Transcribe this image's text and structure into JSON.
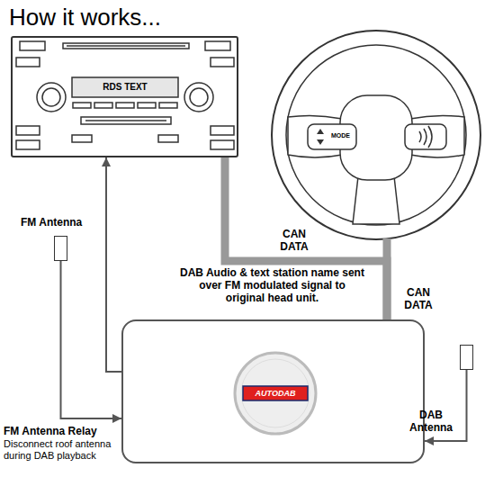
{
  "diagram": {
    "title": "How it works...",
    "nodes": [
      {
        "text": [
          "RDS TEXT"
        ]
      },
      {
        "text": [
          "MODE"
        ]
      },
      {
        "text": [
          "FM Antenna"
        ]
      },
      {
        "text": [
          "AUTODAB"
        ]
      },
      {
        "text": [
          "DAB Antenna"
        ]
      }
    ],
    "edges": [
      {
        "from": 3,
        "to": 0,
        "arrow": "to",
        "label": "DAB Audio & text station name sent over FM modulated signal to original head unit."
      },
      {
        "from": 0,
        "to": 3,
        "arrow": "none",
        "label": "CAN DATA"
      },
      {
        "from": 1,
        "to": 3,
        "arrow": "none",
        "label": "CAN DATA"
      },
      {
        "from": 2,
        "to": 3,
        "arrow": "to",
        "label": "FM Antenna Relay"
      },
      {
        "from": 4,
        "to": 3,
        "arrow": "to"
      }
    ],
    "labels": [
      "Disconnect roof antenna during DAB playback"
    ]
  }
}
